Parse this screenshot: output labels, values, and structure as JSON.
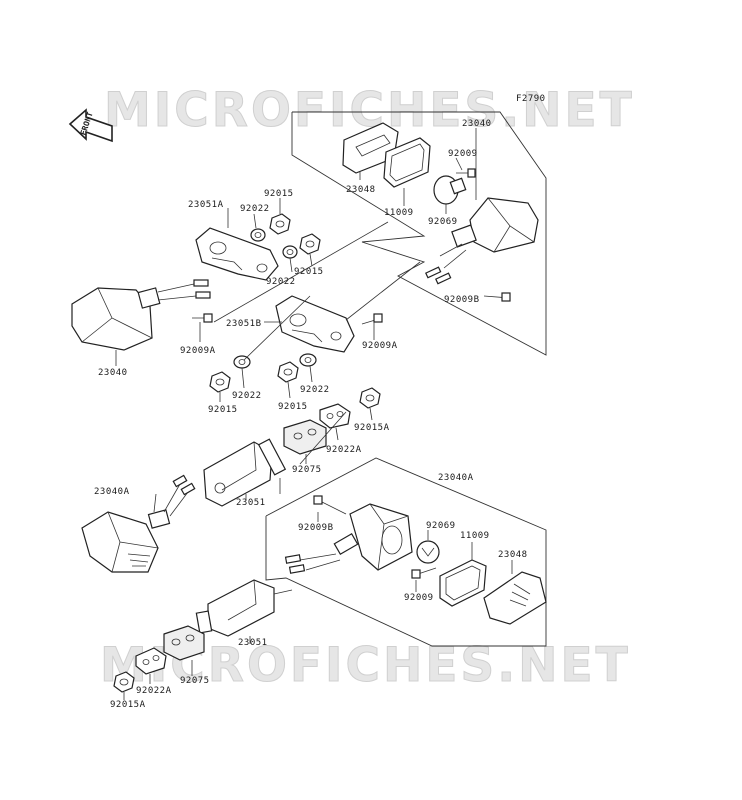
{
  "watermark": {
    "top": "MICROFICHES.NET",
    "bottom": "MICROFICHES.NET"
  },
  "figure_code": "F2790",
  "front_label": "FRONT",
  "labels": {
    "l23040_rear_top": "23040",
    "l92009_top": "92009",
    "l23048_top": "23048",
    "l11009_top": "11009",
    "l92069_top": "92069",
    "l92009B_top": "92009B",
    "l23051A": "23051A",
    "l92015_a": "92015",
    "l92022_a": "92022",
    "l92015_b": "92015",
    "l92022_b": "92022",
    "l23040_left": "23040",
    "l92009A_left": "92009A",
    "l23051B": "23051B",
    "l92009A_right": "92009A",
    "l92022_c": "92022",
    "l92015_c": "92015",
    "l92015_d": "92015",
    "l92022_d": "92022",
    "l92015A_mid": "92015A",
    "l92022A_mid": "92022A",
    "l92075_mid": "92075",
    "l23051_mid": "23051",
    "l23040A_left": "23040A",
    "l23040A_box": "23040A",
    "l92009B_bot": "92009B",
    "l92069_bot": "92069",
    "l11009_bot": "11009",
    "l23048_bot": "23048",
    "l92009_bot": "92009",
    "l23051_bot": "23051",
    "l92022A_bot": "92022A",
    "l92075_bot": "92075",
    "l92015A_bot": "92015A"
  }
}
